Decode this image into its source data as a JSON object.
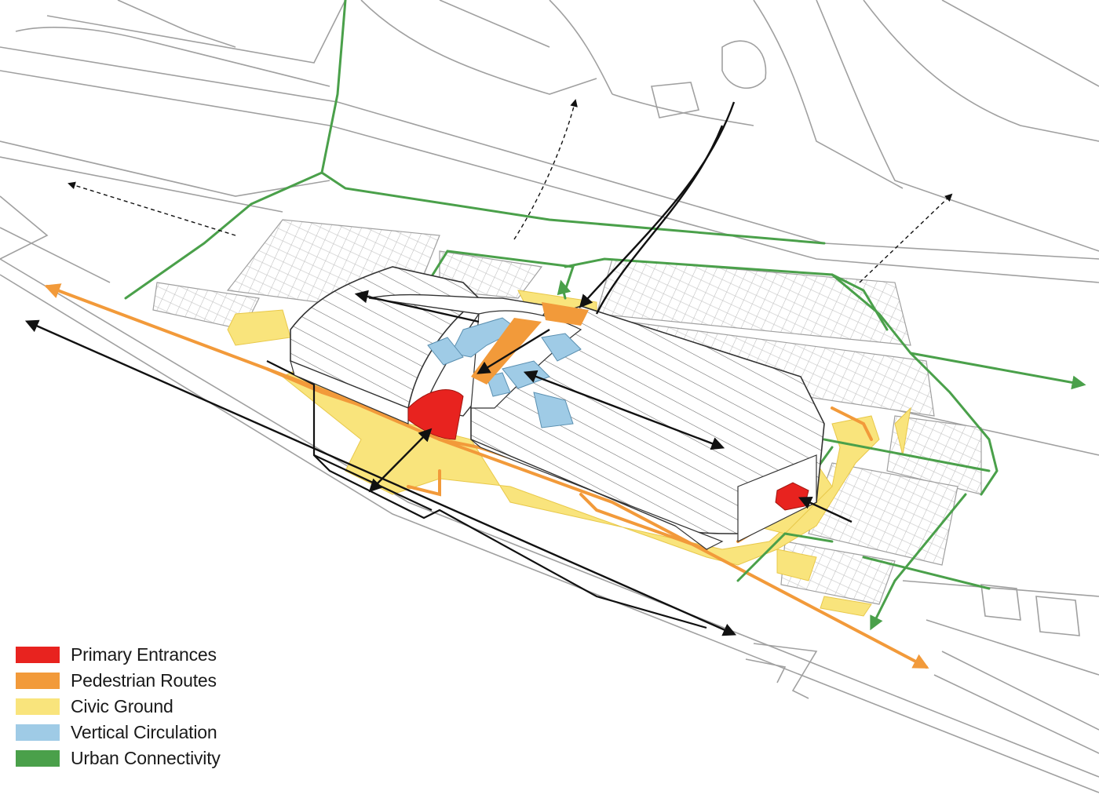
{
  "colors": {
    "primary_entrances": "#e8231f",
    "pedestrian_routes": "#f29a3a",
    "civic_ground": "#f9e47c",
    "vertical_circulation": "#9fcbe6",
    "urban_connectivity": "#4aa04a",
    "linework": "#9a9a9a",
    "arrows": "#111111"
  },
  "legend": {
    "items": [
      {
        "key": "primary_entrances",
        "label": "Primary Entrances",
        "color": "#e8231f"
      },
      {
        "key": "pedestrian_routes",
        "label": "Pedestrian Routes",
        "color": "#f29a3a"
      },
      {
        "key": "civic_ground",
        "label": "Civic Ground",
        "color": "#f9e47c"
      },
      {
        "key": "vertical_circulation",
        "label": "Vertical Circulation",
        "color": "#9fcbe6"
      },
      {
        "key": "urban_connectivity",
        "label": "Urban Connectivity",
        "color": "#4aa04a"
      }
    ]
  }
}
